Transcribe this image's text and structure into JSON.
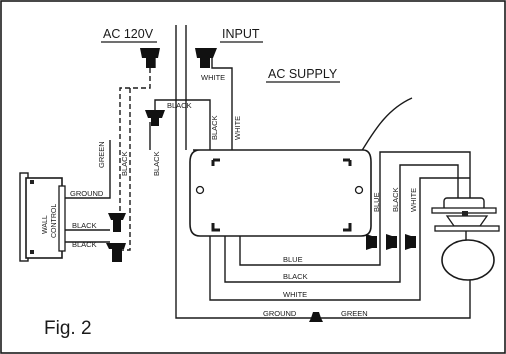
{
  "figure_label": "Fig. 2",
  "supply": {
    "voltage": "AC 120V",
    "input": "INPUT",
    "ac_supply": "AC SUPPLY"
  },
  "wall_control": {
    "line1": "WALL",
    "line2": "CONTROL"
  },
  "wires": {
    "white": "WHITE",
    "black": "BLACK",
    "green": "GREEN",
    "ground": "GROUND",
    "blue": "BLUE"
  }
}
